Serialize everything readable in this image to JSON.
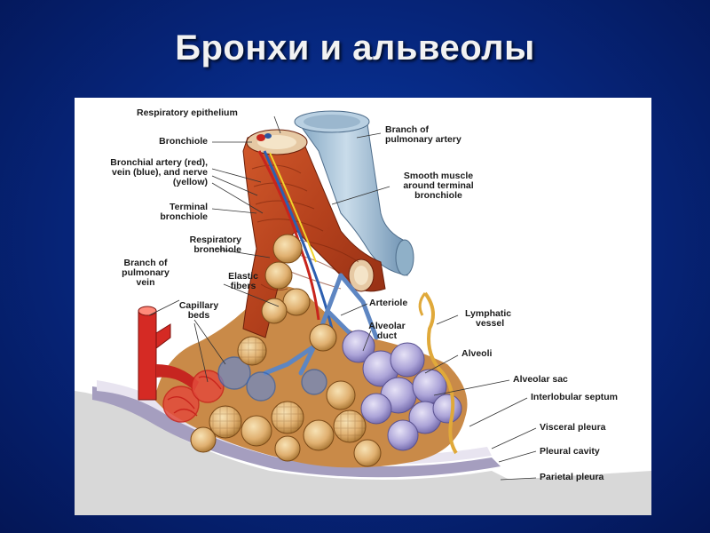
{
  "slide": {
    "title": "Бронхи и альвеолы"
  },
  "figure": {
    "labels": {
      "respiratory_epithelium": "Respiratory epithelium",
      "bronchiole": "Bronchiole",
      "bronchial_artery_1": "Bronchial artery (red),",
      "bronchial_artery_2": "vein (blue), and nerve",
      "bronchial_artery_3": "(yellow)",
      "terminal_bronchiole_1": "Terminal",
      "terminal_bronchiole_2": "bronchiole",
      "respiratory_bronchiole_1": "Respiratory",
      "respiratory_bronchiole_2": "bronchiole",
      "branch_pulm_vein_1": "Branch of",
      "branch_pulm_vein_2": "pulmonary",
      "branch_pulm_vein_3": "vein",
      "elastic_fibers_1": "Elastic",
      "elastic_fibers_2": "fibers",
      "capillary_beds_1": "Capillary",
      "capillary_beds_2": "beds",
      "branch_pulm_artery_1": "Branch of",
      "branch_pulm_artery_2": "pulmonary artery",
      "smooth_muscle_1": "Smooth muscle",
      "smooth_muscle_2": "around terminal",
      "smooth_muscle_3": "bronchiole",
      "arteriole": "Arteriole",
      "alveolar_duct_1": "Alveolar",
      "alveolar_duct_2": "duct",
      "lymphatic_vessel_1": "Lymphatic",
      "lymphatic_vessel_2": "vessel",
      "alveoli": "Alveoli",
      "alveolar_sac": "Alveolar sac",
      "interlobular_septum": "Interlobular septum",
      "visceral_pleura": "Visceral pleura",
      "pleural_cavity": "Pleural cavity",
      "parietal_pleura": "Parietal pleura"
    }
  }
}
